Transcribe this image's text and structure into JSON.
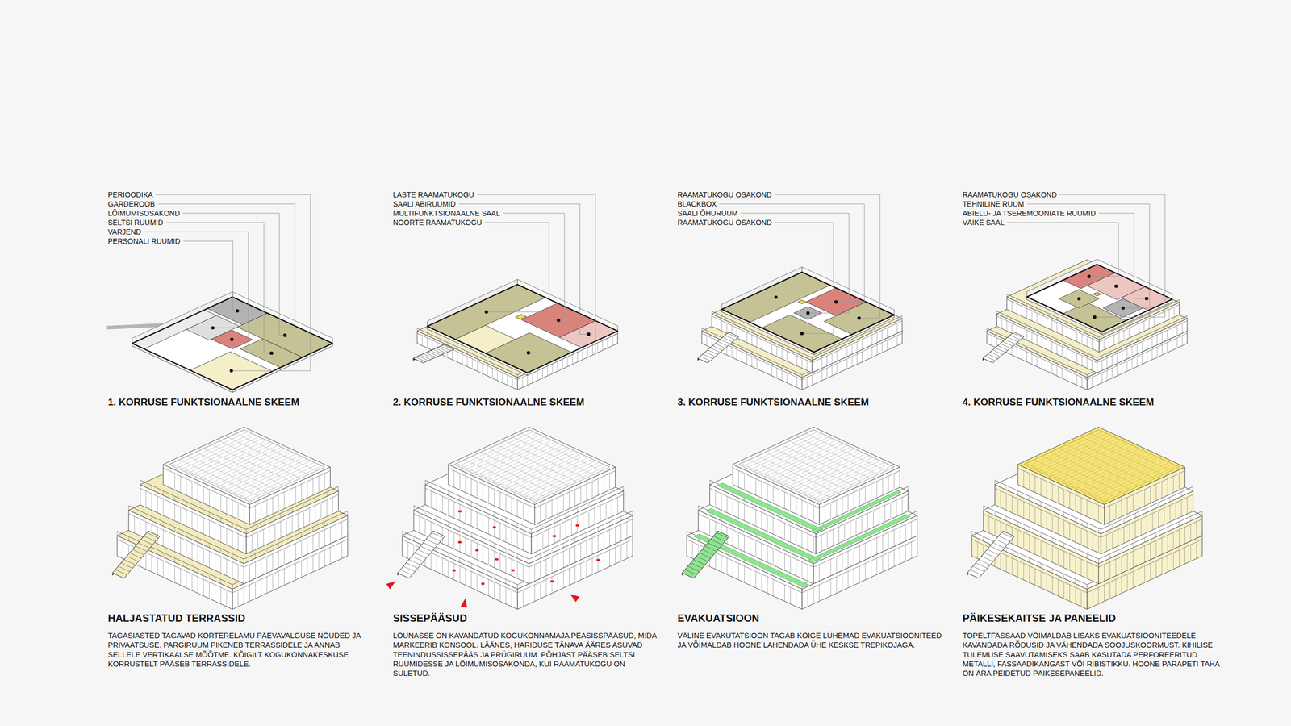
{
  "diagram": {
    "labels": [
      "PERIOODIKA",
      "GARDEROOB",
      "LÕIMUMISOSAKOND",
      "SELTSI RUUMID",
      "VARJEND",
      "PERSONALI RUUMID",
      "1. KORRUSE FUNKTSIONAALNE SKEEM",
      "LASTE RAAMATUKOGU",
      "SAALI ABIRUUMID",
      "MULTIFUNKTSIONAALNE SAAL",
      "NOORTE RAAMATUKOGU",
      "2. KORRUSE FUNKTSIONAALNE SKEEM",
      "RAAMATUKOGU OSAKOND",
      "BLACKBOX",
      "SAALI ÕHURUUM",
      "RAAMATUKOGU OSAKOND",
      "3. KORRUSE FUNKTSIONAALNE SKEEM",
      "RAAMATUKOGU OSAKOND",
      "TEHNILINE RUUM",
      "ABIELU- JA TSEREMOONIATE RUUMID",
      "VÄIKE SAAL",
      "4. KORRUSE FUNKTSIONAALNE SKEEM",
      "HALJASTATUD TERRASSID",
      "TAGASIASTED TAGAVAD KORTERELAMU PÄEVAVALGUSE NÕUDED JA PRIVAATSUSE. PARGIRUUM PIKENEB TERRASSIDELE JA ANNAB SELLELE VERTIKAALSE MÕÕTME. KÕIGILT KOGUKONNAKESKUSE KORRUSTELT PÄÄSEB TERRASSIDELE.",
      "SISSEPÄÄSUD",
      "LÕUNASSE ON KAVANDATUD KOGUKONNAMAJA PEASISSPÄÄSUD, MIDA MARKEERIB KONSOOL. LÄÄNES, HARIDUSE TÄNAVA ÄÄRES ASUVAD TEENINDUSSISSEPÄÄS JA PRÜGIRUUM. PÕHJAST PÄÄSEB SELTSI RUUMIDESSE JA LÕIMUMISOSAKONDA, KUI RAAMATUKOGU ON SULETUD.",
      "EVAKUATSIOON",
      "VÄLINE EVAKUTATSIOON TAGAB KÕIGE LÜHEMAD EVAKUATSIOONITEED JA VÕIMALDAB HOONE LAHENDADA ÜHE KESKSE TREPIKOJAGA.",
      "PÄIKESEKAITSE JA PANEELID",
      "TOPELTFASSAAD VÕIMALDAB LISAKS EVAKUATSIOONITEEDELE KAVANDADA RÕDUSID JA VÄHENDADA SOOJUSKOORMUST. KIHILISE TULEMUSE SAAVUTAMISEKS SAAB KASUTADA PERFOREERITUD METALLI, FASSAADIKANGAST VÕI RIBISTIKKU. HOONE PARAPETI TAHA ON ÄRA PEIDETUD PÄIKESEPANEELID."
    ]
  }
}
